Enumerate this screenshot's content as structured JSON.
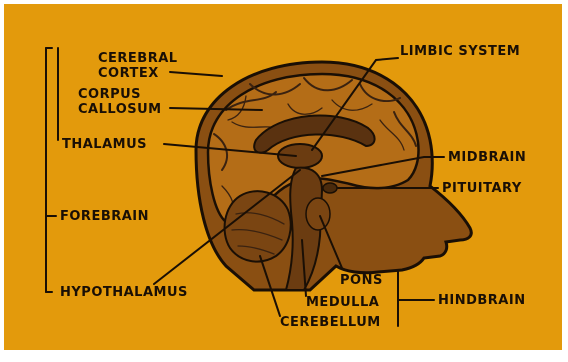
{
  "labels": {
    "cerebral_cortex": [
      "CEREBRAL",
      "CORTEX"
    ],
    "corpus_callosum": [
      "CORPUS",
      "CALLOSUM"
    ],
    "thalamus": "THALAMUS",
    "forebrain": "FOREBRAIN",
    "hypothalamus": "HYPOTHALAMUS",
    "limbic_system": "LIMBIC SYSTEM",
    "midbrain": "MIDBRAIN",
    "pituitary": "PITUITARY",
    "pons": "PONS",
    "medulla": "MEDULLA",
    "cerebellum": "CEREBELLUM",
    "hindbrain": "HINDBRAIN"
  },
  "colors": {
    "background": "#e39a0c",
    "ink": "#1a0f05",
    "tissue": "#8a4f12",
    "tissue_light": "#b46d17",
    "border": "#ffffff"
  }
}
